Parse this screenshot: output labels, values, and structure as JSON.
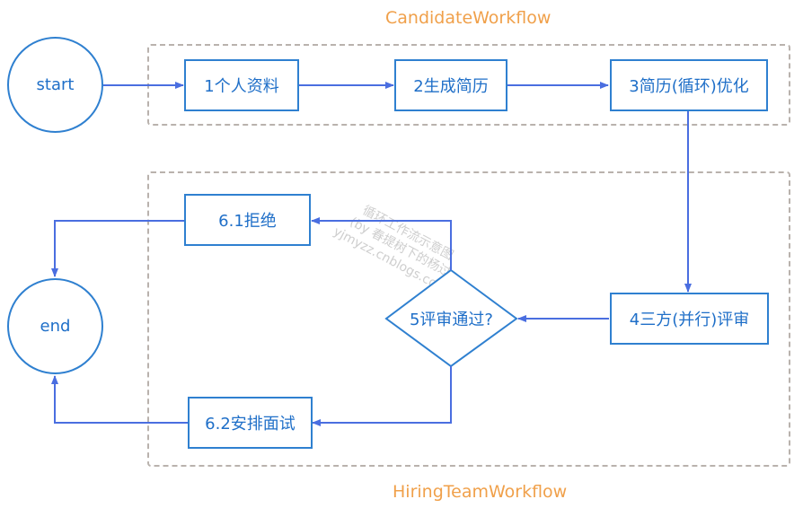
{
  "lanes": {
    "candidate": {
      "title": "CandidateWorkflow"
    },
    "hiring": {
      "title": "HiringTeamWorkflow"
    }
  },
  "nodes": {
    "start": "start",
    "end": "end",
    "profile": "1个人资料",
    "resume": "2生成简历",
    "optimize": "3简历(循环)优化",
    "review": "4三方(并行)评审",
    "decision": "5评审通过?",
    "reject": "6.1拒绝",
    "interview": "6.2安排面试"
  },
  "watermark": {
    "line1": "循环工作流示意图",
    "line2": "(by 春提树下的杨过",
    "line3": "yjmyzz.cnblogs.com)"
  },
  "colors": {
    "node_stroke": "#2f80d0",
    "arrow": "#4a6ee0",
    "lane_border": "#b9b2ad",
    "lane_title": "#f0a04a"
  }
}
